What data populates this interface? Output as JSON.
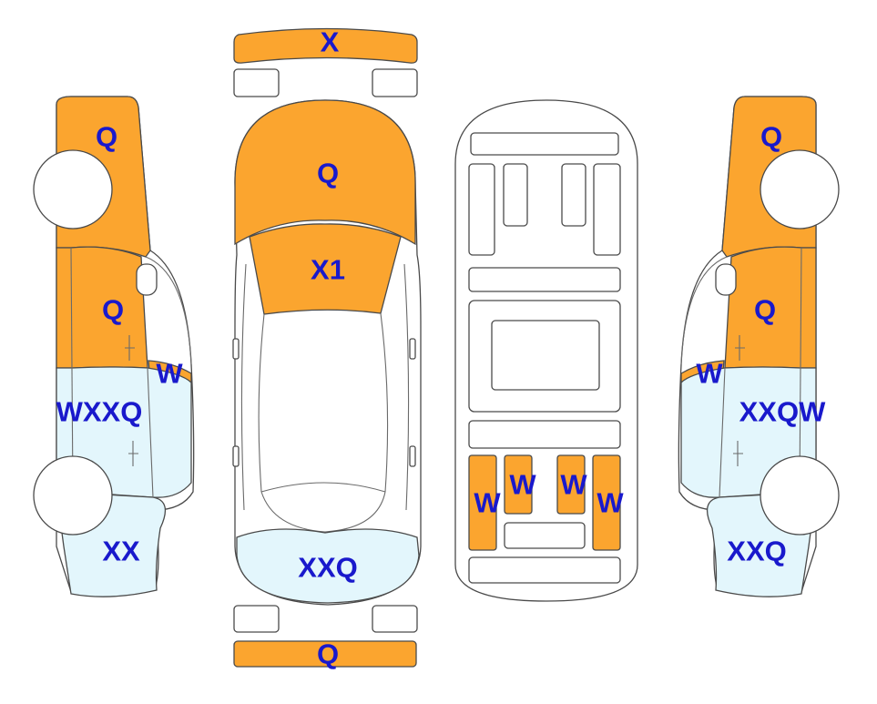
{
  "colors": {
    "damage_fill": "#fba52f",
    "light_fill": "#e3f6fc",
    "label": "#1919cc",
    "outline": "#4a4a4a",
    "wheel": "#ffffff",
    "body": "#ffffff"
  },
  "labels": {
    "front_bumper": "X",
    "hood": "Q",
    "windshield": "X1",
    "trunk": "XXQ",
    "rear_bumper": "Q",
    "left_front_fender": "Q",
    "left_front_door": "Q",
    "left_mirror": "W",
    "left_rear_door": "WXXQ",
    "left_rear_quarter": "XX",
    "right_front_fender": "Q",
    "right_front_door": "Q",
    "right_mirror": "W",
    "right_rear_door": "XXQW",
    "right_rear_quarter": "XXQ",
    "floor_rear_outer_left": "W",
    "floor_rear_inner_left": "W",
    "floor_rear_inner_right": "W",
    "floor_rear_outer_right": "W"
  }
}
